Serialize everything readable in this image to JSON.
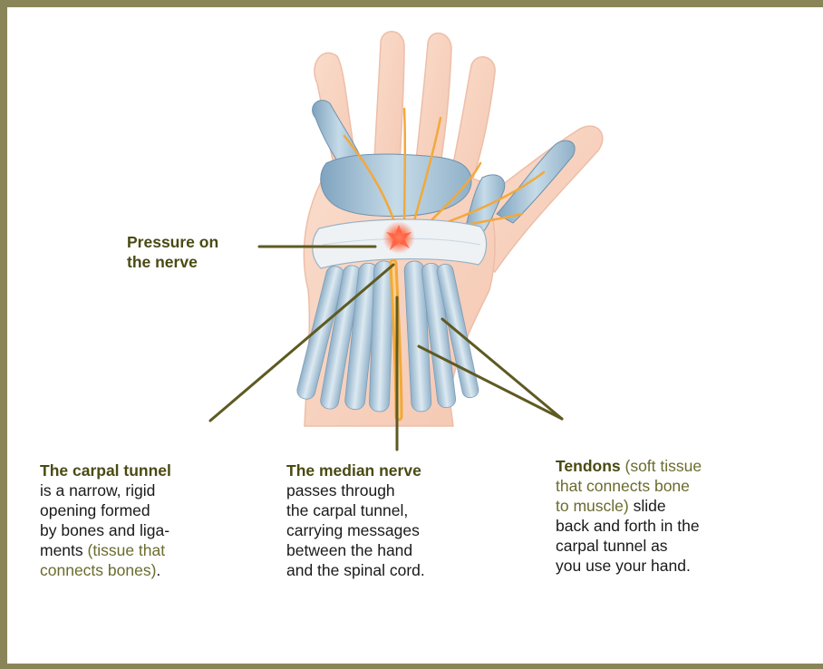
{
  "labels": {
    "pressure": {
      "line1": "Pressure on",
      "line2": "the nerve"
    },
    "carpal_tunnel": {
      "title": "The carpal tunnel",
      "line1": "is a narrow, rigid",
      "line2": "opening formed",
      "line3": "by bones and liga-",
      "line4a": "ments ",
      "line4b": "(tissue that",
      "line5a": "connects bones)",
      "line5b": "."
    },
    "median_nerve": {
      "title": "The median nerve",
      "line1": "passes through",
      "line2": "the carpal tunnel,",
      "line3": "carrying messages",
      "line4": "between the hand",
      "line5": "and the spinal cord."
    },
    "tendons": {
      "title": "Tendons",
      "title_rest": " (soft tissue",
      "line1": "that connects bone",
      "line2a": "to muscle)",
      "line2b": " slide",
      "line3": "back and forth in the",
      "line4": "carpal tunnel as",
      "line5": "you use your hand."
    }
  },
  "colors": {
    "frame": "#8a8558",
    "leader": "#5e5a22",
    "label_title": "#4a4a14",
    "highlight_text": "#6b6b2e",
    "skin": "#f6c9b2",
    "bone": "#a9c3d6",
    "nerve": "#f2a93b",
    "ligament": "#eef2f5"
  }
}
